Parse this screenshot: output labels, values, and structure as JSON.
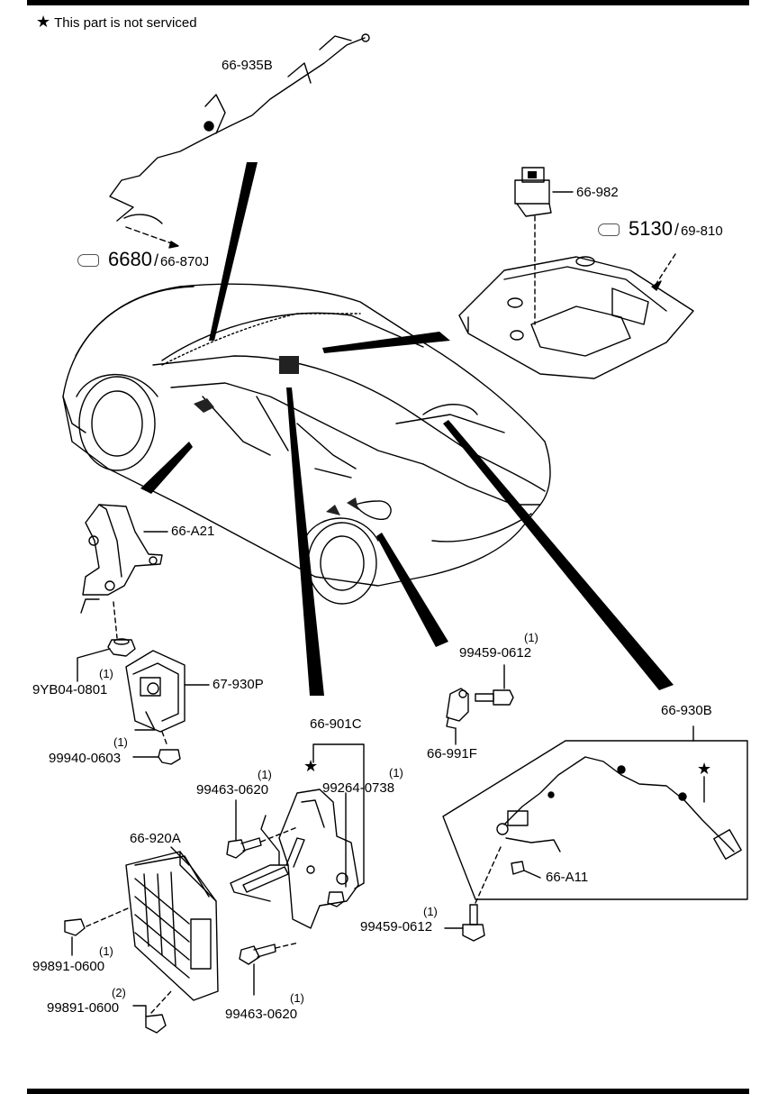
{
  "note": {
    "star": "★",
    "text": "This part is not serviced"
  },
  "refs": {
    "roof": {
      "main": "6680",
      "slash": "/",
      "sub": "66-870J"
    },
    "lamp": {
      "main": "5130",
      "slash": "/",
      "sub": "69-810"
    }
  },
  "labels": {
    "harness_roof": "66-935B",
    "relay": "66-982",
    "bracket_a21": "66-A21",
    "nut_9yb": "9YB04-0801",
    "qty_9yb": "(1)",
    "module_930p": "67-930P",
    "nut_99940": "99940-0603",
    "qty_99940": "(1)",
    "bolt_99459_top": "99459-0612",
    "qty_99459_top": "(1)",
    "sensor_991f": "66-991F",
    "bracket_901c": "66-901C",
    "bolt_99463_top": "99463-0620",
    "qty_99463_top": "(1)",
    "bolt_99264": "99264-0738",
    "qty_99264": "(1)",
    "module_920a": "66-920A",
    "nut_99891_a": "99891-0600",
    "qty_99891_a": "(1)",
    "nut_99891_b": "99891-0600",
    "qty_99891_b": "(2)",
    "bolt_99463_bot": "99463-0620",
    "qty_99463_bot": "(1)",
    "harness_930b": "66-930B",
    "clip_a11": "66-A11",
    "bolt_99459_bot": "99459-0612",
    "qty_99459_bot": "(1)"
  },
  "stars": {
    "bracket_901c": "★",
    "harness_930b": "★"
  }
}
